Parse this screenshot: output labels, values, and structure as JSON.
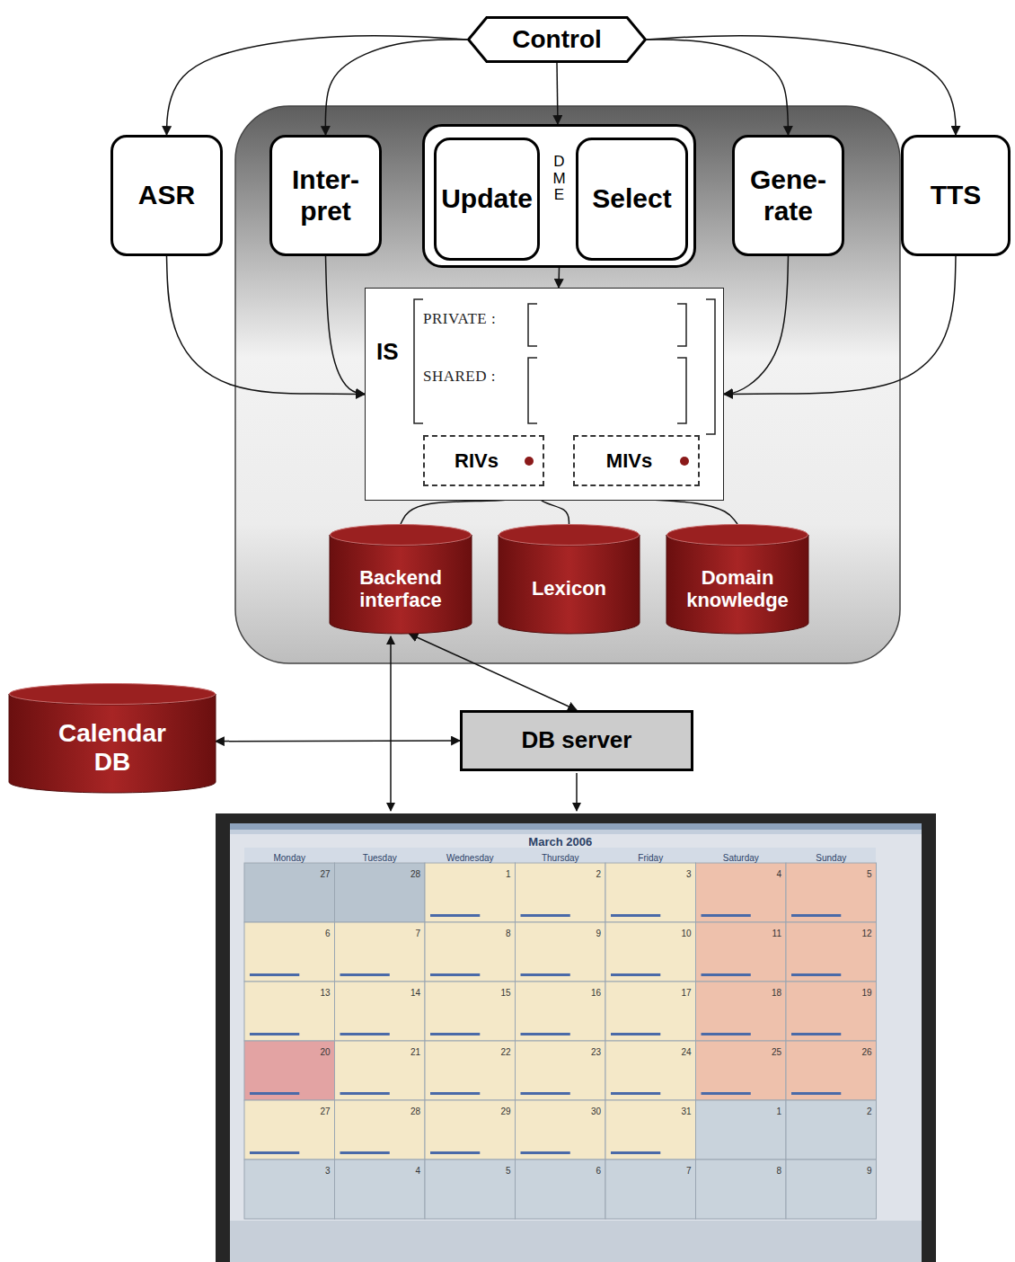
{
  "diagram": {
    "nodes": [
      {
        "text": [
          "Control"
        ]
      },
      {
        "text": [
          "ASR"
        ]
      },
      {
        "text": [
          "Inter- pret"
        ]
      },
      {
        "text": [
          "D M E"
        ]
      },
      {
        "text": [
          "Update"
        ],
        "in": 3
      },
      {
        "text": [
          "Select"
        ],
        "in": 3
      },
      {
        "text": [
          "Gene- rate"
        ]
      },
      {
        "text": [
          "TTS"
        ]
      },
      {
        "text": [
          "IS",
          "PRIVATE :",
          "SHARED :"
        ]
      },
      {
        "text": [
          "RIVs"
        ],
        "in": 8
      },
      {
        "text": [
          "MIVs"
        ],
        "in": 8
      },
      {
        "text": [
          "Backend interface"
        ]
      },
      {
        "text": [
          "Lexicon"
        ]
      },
      {
        "text": [
          "Domain knowledge"
        ]
      },
      {
        "text": [
          "Calendar DB"
        ]
      },
      {
        "text": [
          "DB server"
        ]
      }
    ],
    "edges": [
      {
        "from": 0,
        "to": 1,
        "arrow": "to"
      },
      {
        "from": 0,
        "to": 2,
        "arrow": "to"
      },
      {
        "from": 0,
        "to": 3,
        "arrow": "to"
      },
      {
        "from": 0,
        "to": 6,
        "arrow": "to"
      },
      {
        "from": 0,
        "to": 7,
        "arrow": "to"
      },
      {
        "from": 3,
        "to": 8,
        "arrow": "to"
      },
      {
        "from": 1,
        "to": 8,
        "arrow": "to"
      },
      {
        "from": 2,
        "to": 8,
        "arrow": "to"
      },
      {
        "from": 6,
        "to": 8,
        "arrow": "to"
      },
      {
        "from": 7,
        "to": 8,
        "arrow": "to"
      },
      {
        "from": 9,
        "to": 11,
        "arrow": "none"
      },
      {
        "from": 9,
        "to": 12,
        "arrow": "none"
      },
      {
        "from": 9,
        "to": 13,
        "arrow": "none"
      },
      {
        "from": 11,
        "to": 15,
        "arrow": "both"
      },
      {
        "from": 14,
        "to": 15,
        "arrow": "both"
      }
    ],
    "labels": [
      "March 2006",
      "Monday",
      "Tuesday",
      "Wednesday",
      "Thursday",
      "Friday",
      "Saturday",
      "Sunday",
      "27",
      "28",
      "1",
      "2",
      "3",
      "4",
      "5",
      "6",
      "7",
      "8",
      "9",
      "10",
      "11",
      "12",
      "13",
      "14",
      "15",
      "16",
      "17",
      "18",
      "19",
      "20",
      "21",
      "22",
      "23",
      "24",
      "25",
      "26",
      "27",
      "28",
      "29",
      "30",
      "31",
      "1",
      "2",
      "3",
      "4",
      "5",
      "6",
      "7",
      "8",
      "9"
    ]
  }
}
